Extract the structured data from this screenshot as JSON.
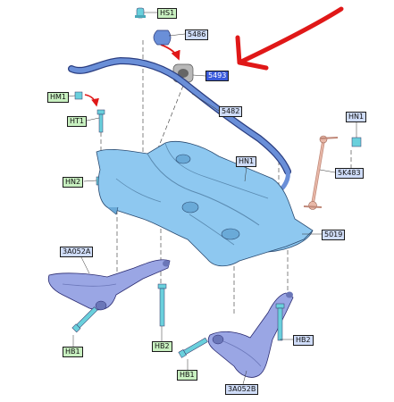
{
  "labels": {
    "hs1": "HS1",
    "l5486": "5486",
    "l5493": "5493",
    "hm1_top": "HM1",
    "l5482": "5482",
    "ht1": "HT1",
    "hn1_right": "HN1",
    "hn1_mid": "HN1",
    "l5k483": "5K483",
    "hn2": "HN2",
    "l5019": "5019",
    "l3a052a": "3A052A",
    "hb2_left": "HB2",
    "hb2_right": "HB2",
    "hb1_left": "HB1",
    "hb1_right": "HB1",
    "l3a052b": "3A052B"
  },
  "colors": {
    "annotation_arrow": "#e01818",
    "part_blue": "#6a8fd8",
    "crossmember": "#8ec8f0",
    "arm": "#9aa6e4",
    "bolt": "#6ad0dc",
    "link_rod": "#e8b8a8",
    "green_label": "#c8f0c0",
    "blue_label": "#cfdcf8",
    "highlight_label": "#3b5bdb"
  },
  "icons": [
    "hand-drawn-arrow-icon",
    "bushing-icon",
    "bolt-icon",
    "nut-icon",
    "clip-icon"
  ]
}
